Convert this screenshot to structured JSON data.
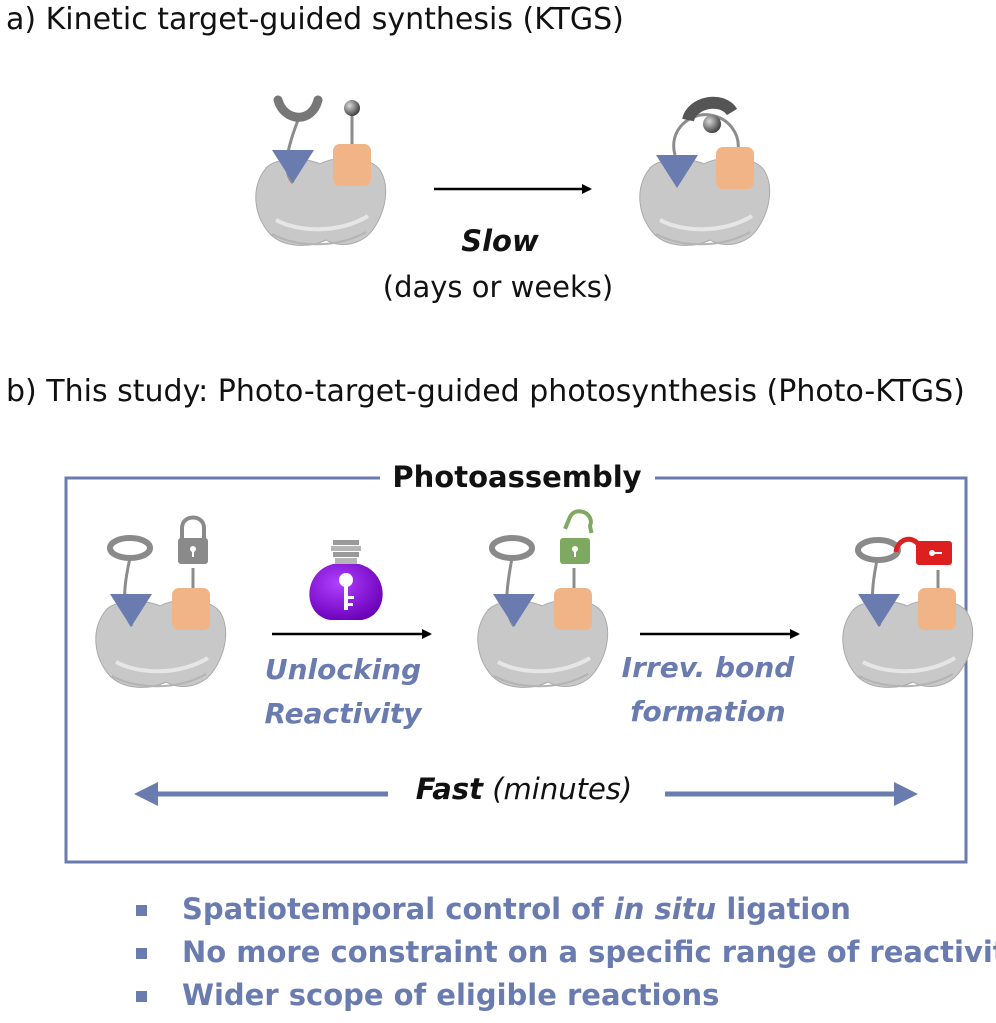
{
  "panel_a": {
    "heading": "a) Kinetic target-guided synthesis (KTGS)",
    "rate_label": "Slow",
    "time_label": "(days or weeks)"
  },
  "panel_b": {
    "heading": "b) This study: Photo-target-guided photosynthesis (Photo-KTGS)",
    "box_title": "Photoassembly",
    "step1": {
      "line1": "Unlocking",
      "line2": "Reactivity"
    },
    "step2": {
      "line1": "Irrev. bond",
      "line2": "formation"
    },
    "speed_bold": "Fast",
    "speed_rest": " (minutes)"
  },
  "bullets": [
    {
      "pre": "Spatiotemporal control of ",
      "em": "in situ",
      "post": " ligation"
    },
    {
      "pre": "No more constraint on a specific range of reactivity",
      "em": "",
      "post": ""
    },
    {
      "pre": "Wider scope of eligible reactions",
      "em": "",
      "post": ""
    }
  ],
  "colors": {
    "accent_blue": "#6a7bb0",
    "triangle_blue": "#6a7bb0",
    "square_orange": "#f0b486",
    "protein_gray": "#c8c8c8",
    "lock_gray": "#8a8a8a",
    "lock_green": "#7fa860",
    "lock_red": "#dd1f1f",
    "bulb_purple": "#8a0fd6"
  }
}
